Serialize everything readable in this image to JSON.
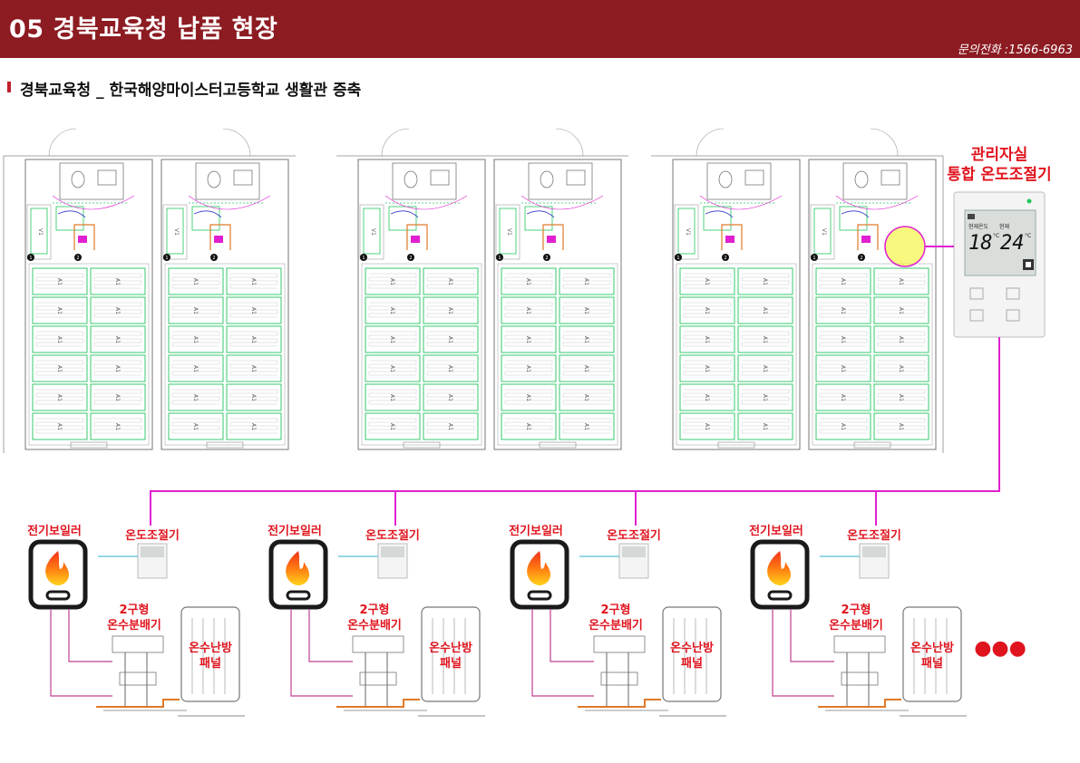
{
  "header": {
    "title": "05 경북교육청 납품 현장",
    "phone": "문의전화 :1566-6963"
  },
  "subtitle": "경북교육청 _ 한국해양마이스터고등학교 생활관 증축",
  "thermostat_main": {
    "label_line1": "관리자실",
    "label_line2": "통합  온도조절기",
    "current_temp": "18",
    "set_temp": "24",
    "unit": "°C",
    "lcd_left_label": "현재온도",
    "lcd_right_label": "현재"
  },
  "units": [
    {
      "boiler": "전기보일러",
      "thermostat": "온도조절기",
      "manifold_1": "2구형",
      "manifold_2": "온수분배기",
      "panel_1": "온수난방",
      "panel_2": "패널"
    },
    {
      "boiler": "전기보일러",
      "thermostat": "온도조절기",
      "manifold_1": "2구형",
      "manifold_2": "온수분배기",
      "panel_1": "온수난방",
      "panel_2": "패널"
    },
    {
      "boiler": "전기보일러",
      "thermostat": "온도조절기",
      "manifold_1": "2구형",
      "manifold_2": "온수분배기",
      "panel_1": "온수난방",
      "panel_2": "패널"
    },
    {
      "boiler": "전기보일러",
      "thermostat": "온도조절기",
      "manifold_1": "2구형",
      "manifold_2": "온수분배기",
      "panel_1": "온수난방",
      "panel_2": "패널"
    }
  ],
  "more_indicator": "●●●",
  "floorplan": {
    "zone_label": "A1",
    "v_label": "V1",
    "circle_labels": [
      "1",
      "2"
    ]
  },
  "colors": {
    "header": "#8c1b22",
    "accent_red": "#e0141e",
    "wire_magenta": "#e020d0",
    "zone_green": "#22c55e",
    "pipe_orange": "#e07a2a",
    "highlight_yellow": "#f5f53a"
  }
}
